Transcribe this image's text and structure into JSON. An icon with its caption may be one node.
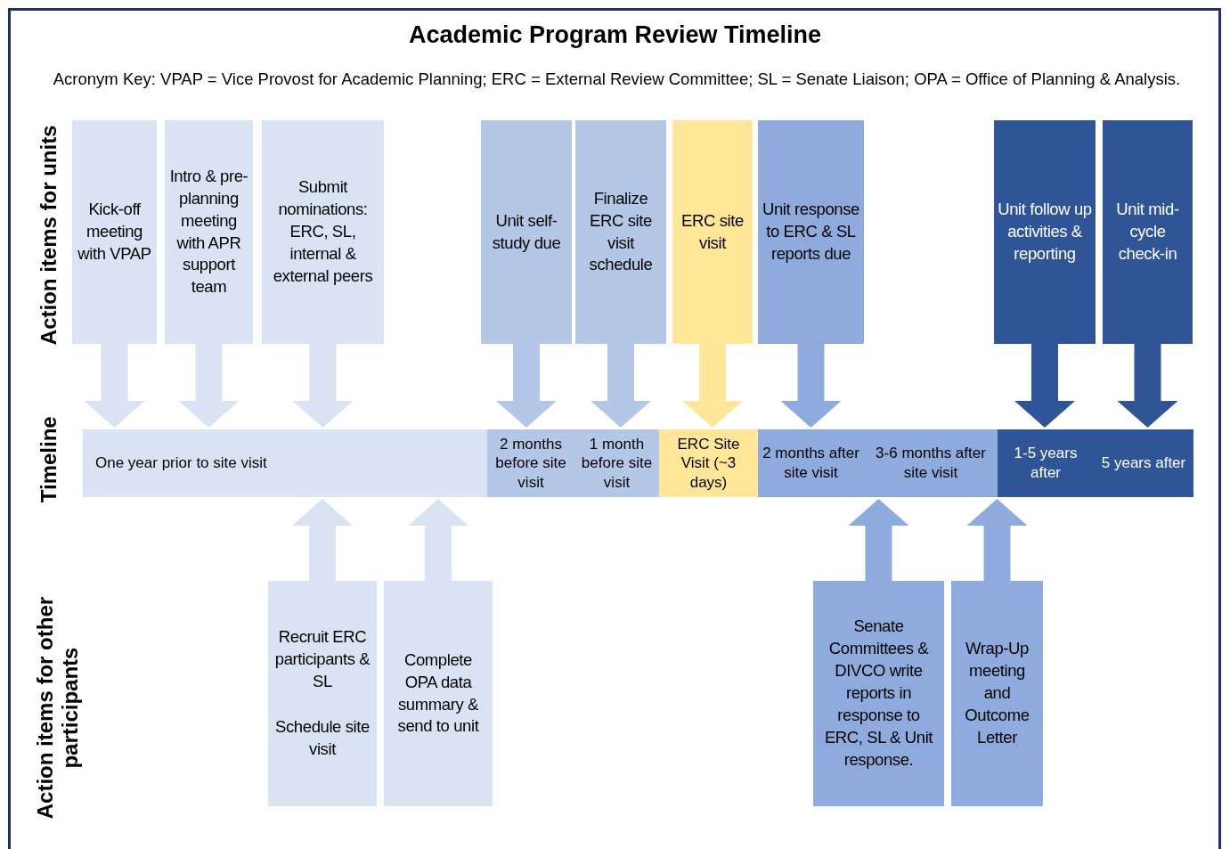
{
  "diagram": {
    "title": "Academic Program Review Timeline",
    "nodes": [
      {
        "text": [
          "Kick-off meeting with VPAP"
        ]
      },
      {
        "text": [
          "Intro & pre-planning meeting with APR support team"
        ]
      },
      {
        "text": [
          "Submit nominations: ERC, SL, internal & external peers"
        ]
      },
      {
        "text": [
          "Unit self-study due"
        ]
      },
      {
        "text": [
          "Finalize ERC site visit schedule"
        ]
      },
      {
        "text": [
          "ERC site visit"
        ]
      },
      {
        "text": [
          "Unit response to ERC & SL reports due"
        ]
      },
      {
        "text": [
          "Unit follow up activities & reporting"
        ]
      },
      {
        "text": [
          "Unit mid-cycle check-in"
        ]
      },
      {
        "text": [
          "One year prior to site visit"
        ]
      },
      {
        "text": [
          "2 months before site visit"
        ]
      },
      {
        "text": [
          "1 month before site visit"
        ]
      },
      {
        "text": [
          "ERC Site Visit (~3 days)"
        ]
      },
      {
        "text": [
          "2 months after site visit"
        ]
      },
      {
        "text": [
          "3-6 months after site visit"
        ]
      },
      {
        "text": [
          "1-5 years after"
        ]
      },
      {
        "text": [
          "5 years after"
        ]
      },
      {
        "text": [
          "Recruit ERC participants & SL",
          "Schedule site visit"
        ]
      },
      {
        "text": [
          "Complete OPA data summary & send to unit"
        ]
      },
      {
        "text": [
          "Senate Committees & DIVCO write reports in response to ERC, SL & Unit response."
        ]
      },
      {
        "text": [
          "Wrap-Up meeting and Outcome Letter"
        ]
      }
    ],
    "edges": [
      {
        "from": 0,
        "to": 9,
        "arrow": "to",
        "color": "#dae3f3"
      },
      {
        "from": 1,
        "to": 9,
        "arrow": "to",
        "color": "#dae3f3"
      },
      {
        "from": 2,
        "to": 9,
        "arrow": "to",
        "color": "#dae3f3"
      },
      {
        "from": 3,
        "to": 10,
        "arrow": "to",
        "color": "#b4c7e7"
      },
      {
        "from": 4,
        "to": 11,
        "arrow": "to",
        "color": "#b4c7e7"
      },
      {
        "from": 5,
        "to": 12,
        "arrow": "to",
        "color": "#ffe699"
      },
      {
        "from": 6,
        "to": 13,
        "arrow": "to",
        "color": "#8faadc"
      },
      {
        "from": 7,
        "to": 15,
        "arrow": "to",
        "color": "#2f5597"
      },
      {
        "from": 8,
        "to": 16,
        "arrow": "to",
        "color": "#2f5597"
      },
      {
        "from": 17,
        "to": 9,
        "arrow": "to",
        "color": "#dae3f3"
      },
      {
        "from": 18,
        "to": 9,
        "arrow": "to",
        "color": "#dae3f3"
      },
      {
        "from": 19,
        "to": 14,
        "arrow": "to",
        "color": "#8faadc"
      },
      {
        "from": 20,
        "to": 14,
        "arrow": "to",
        "color": "#8faadc"
      }
    ],
    "labels": [
      "Acronym Key:  VPAP = Vice Provost for Academic Planning; ERC = External Review Committee;  SL = Senate Liaison; OPA = Office of Planning & Analysis.",
      "Action items for units",
      "Timeline",
      "Action items for other participants"
    ]
  }
}
